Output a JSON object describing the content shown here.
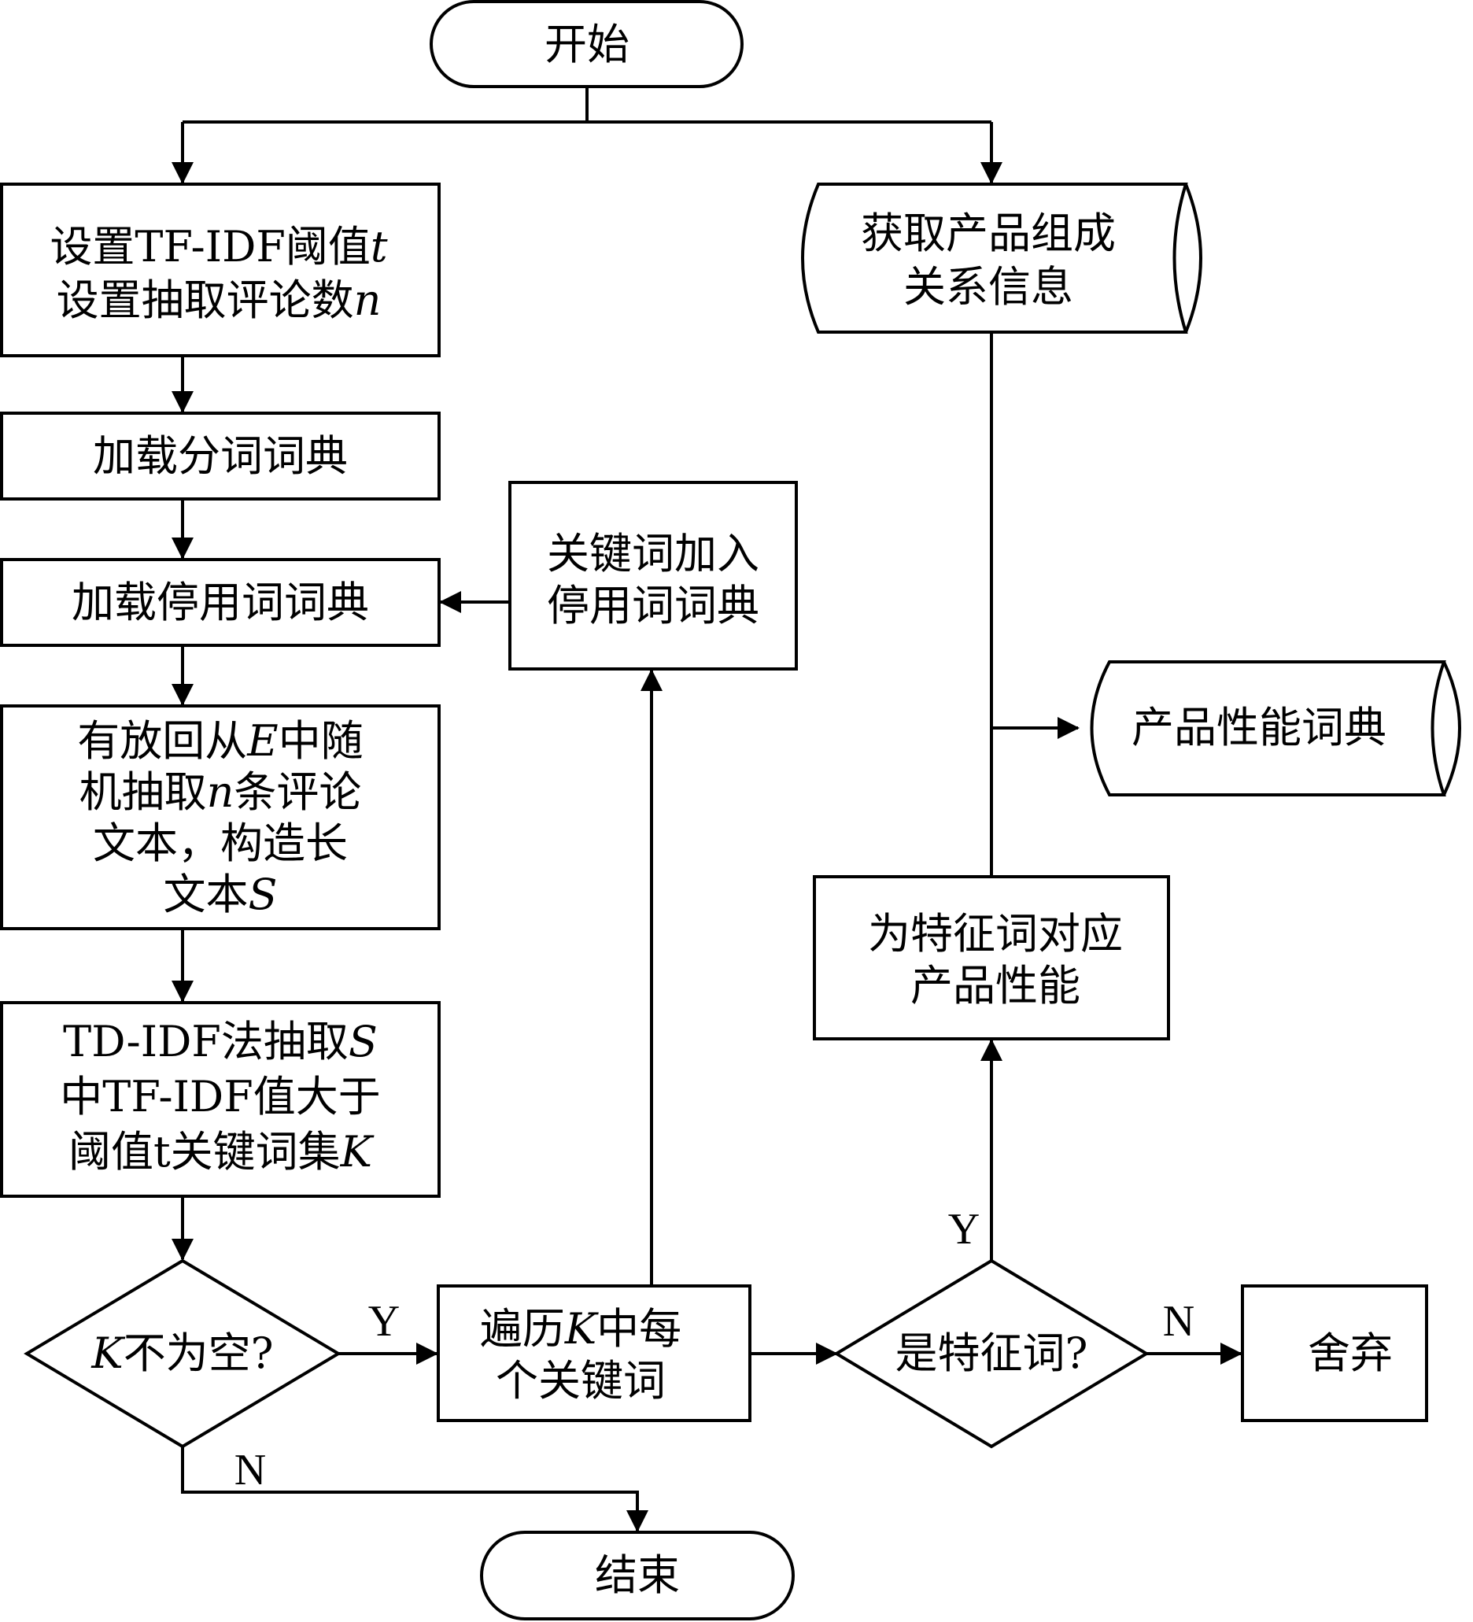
{
  "nodes": {
    "start": {
      "label": "开始"
    },
    "set_params": {
      "lines": [
        [
          {
            "t": "设置TF-IDF阈值"
          },
          {
            "t": "t",
            "i": true
          }
        ],
        [
          {
            "t": "设置抽取评论数"
          },
          {
            "t": "n",
            "i": true
          }
        ]
      ]
    },
    "load_seg_dict": {
      "label": "加载分词词典"
    },
    "load_stop_dict": {
      "label": "加载停用词词典"
    },
    "sample_text": {
      "lines": [
        [
          {
            "t": "有放回从"
          },
          {
            "t": "E",
            "i": true
          },
          {
            "t": "中随"
          }
        ],
        [
          {
            "t": "机抽取"
          },
          {
            "t": "n",
            "i": true
          },
          {
            "t": "条评论"
          }
        ],
        [
          {
            "t": "文本，构造长"
          }
        ],
        [
          {
            "t": "文本"
          },
          {
            "t": "S",
            "i": true
          }
        ]
      ]
    },
    "extract_keywords": {
      "lines": [
        [
          {
            "t": "TD-IDF法抽取"
          },
          {
            "t": "S",
            "i": true
          }
        ],
        [
          {
            "t": "中TF-IDF值大于"
          }
        ],
        [
          {
            "t": "阈值t关键词集"
          },
          {
            "t": "K",
            "i": true
          }
        ]
      ]
    },
    "k_not_empty": {
      "lines": [
        [
          {
            "t": "K",
            "i": true
          },
          {
            "t": "不为空?"
          }
        ]
      ]
    },
    "end": {
      "label": "结束"
    },
    "iterate_k": {
      "lines": [
        [
          {
            "t": "遍历"
          },
          {
            "t": "K",
            "i": true
          },
          {
            "t": "中每"
          }
        ],
        [
          {
            "t": "个关键词"
          }
        ]
      ]
    },
    "add_to_stop": {
      "lines": [
        [
          {
            "t": "关键词加入"
          }
        ],
        [
          {
            "t": "停用词词典"
          }
        ]
      ]
    },
    "get_composition": {
      "lines": [
        [
          {
            "t": "获取产品组成"
          }
        ],
        [
          {
            "t": "关系信息"
          }
        ]
      ]
    },
    "perf_dict": {
      "label": "产品性能词典"
    },
    "map_feature": {
      "lines": [
        [
          {
            "t": "为特征词对应"
          }
        ],
        [
          {
            "t": "产品性能"
          }
        ]
      ]
    },
    "is_feature": {
      "label": "是特征词?"
    },
    "discard": {
      "label": "舍弃"
    }
  },
  "edge_labels": {
    "k_yes": "Y",
    "k_no": "N",
    "feature_yes": "Y",
    "feature_no": "N"
  }
}
